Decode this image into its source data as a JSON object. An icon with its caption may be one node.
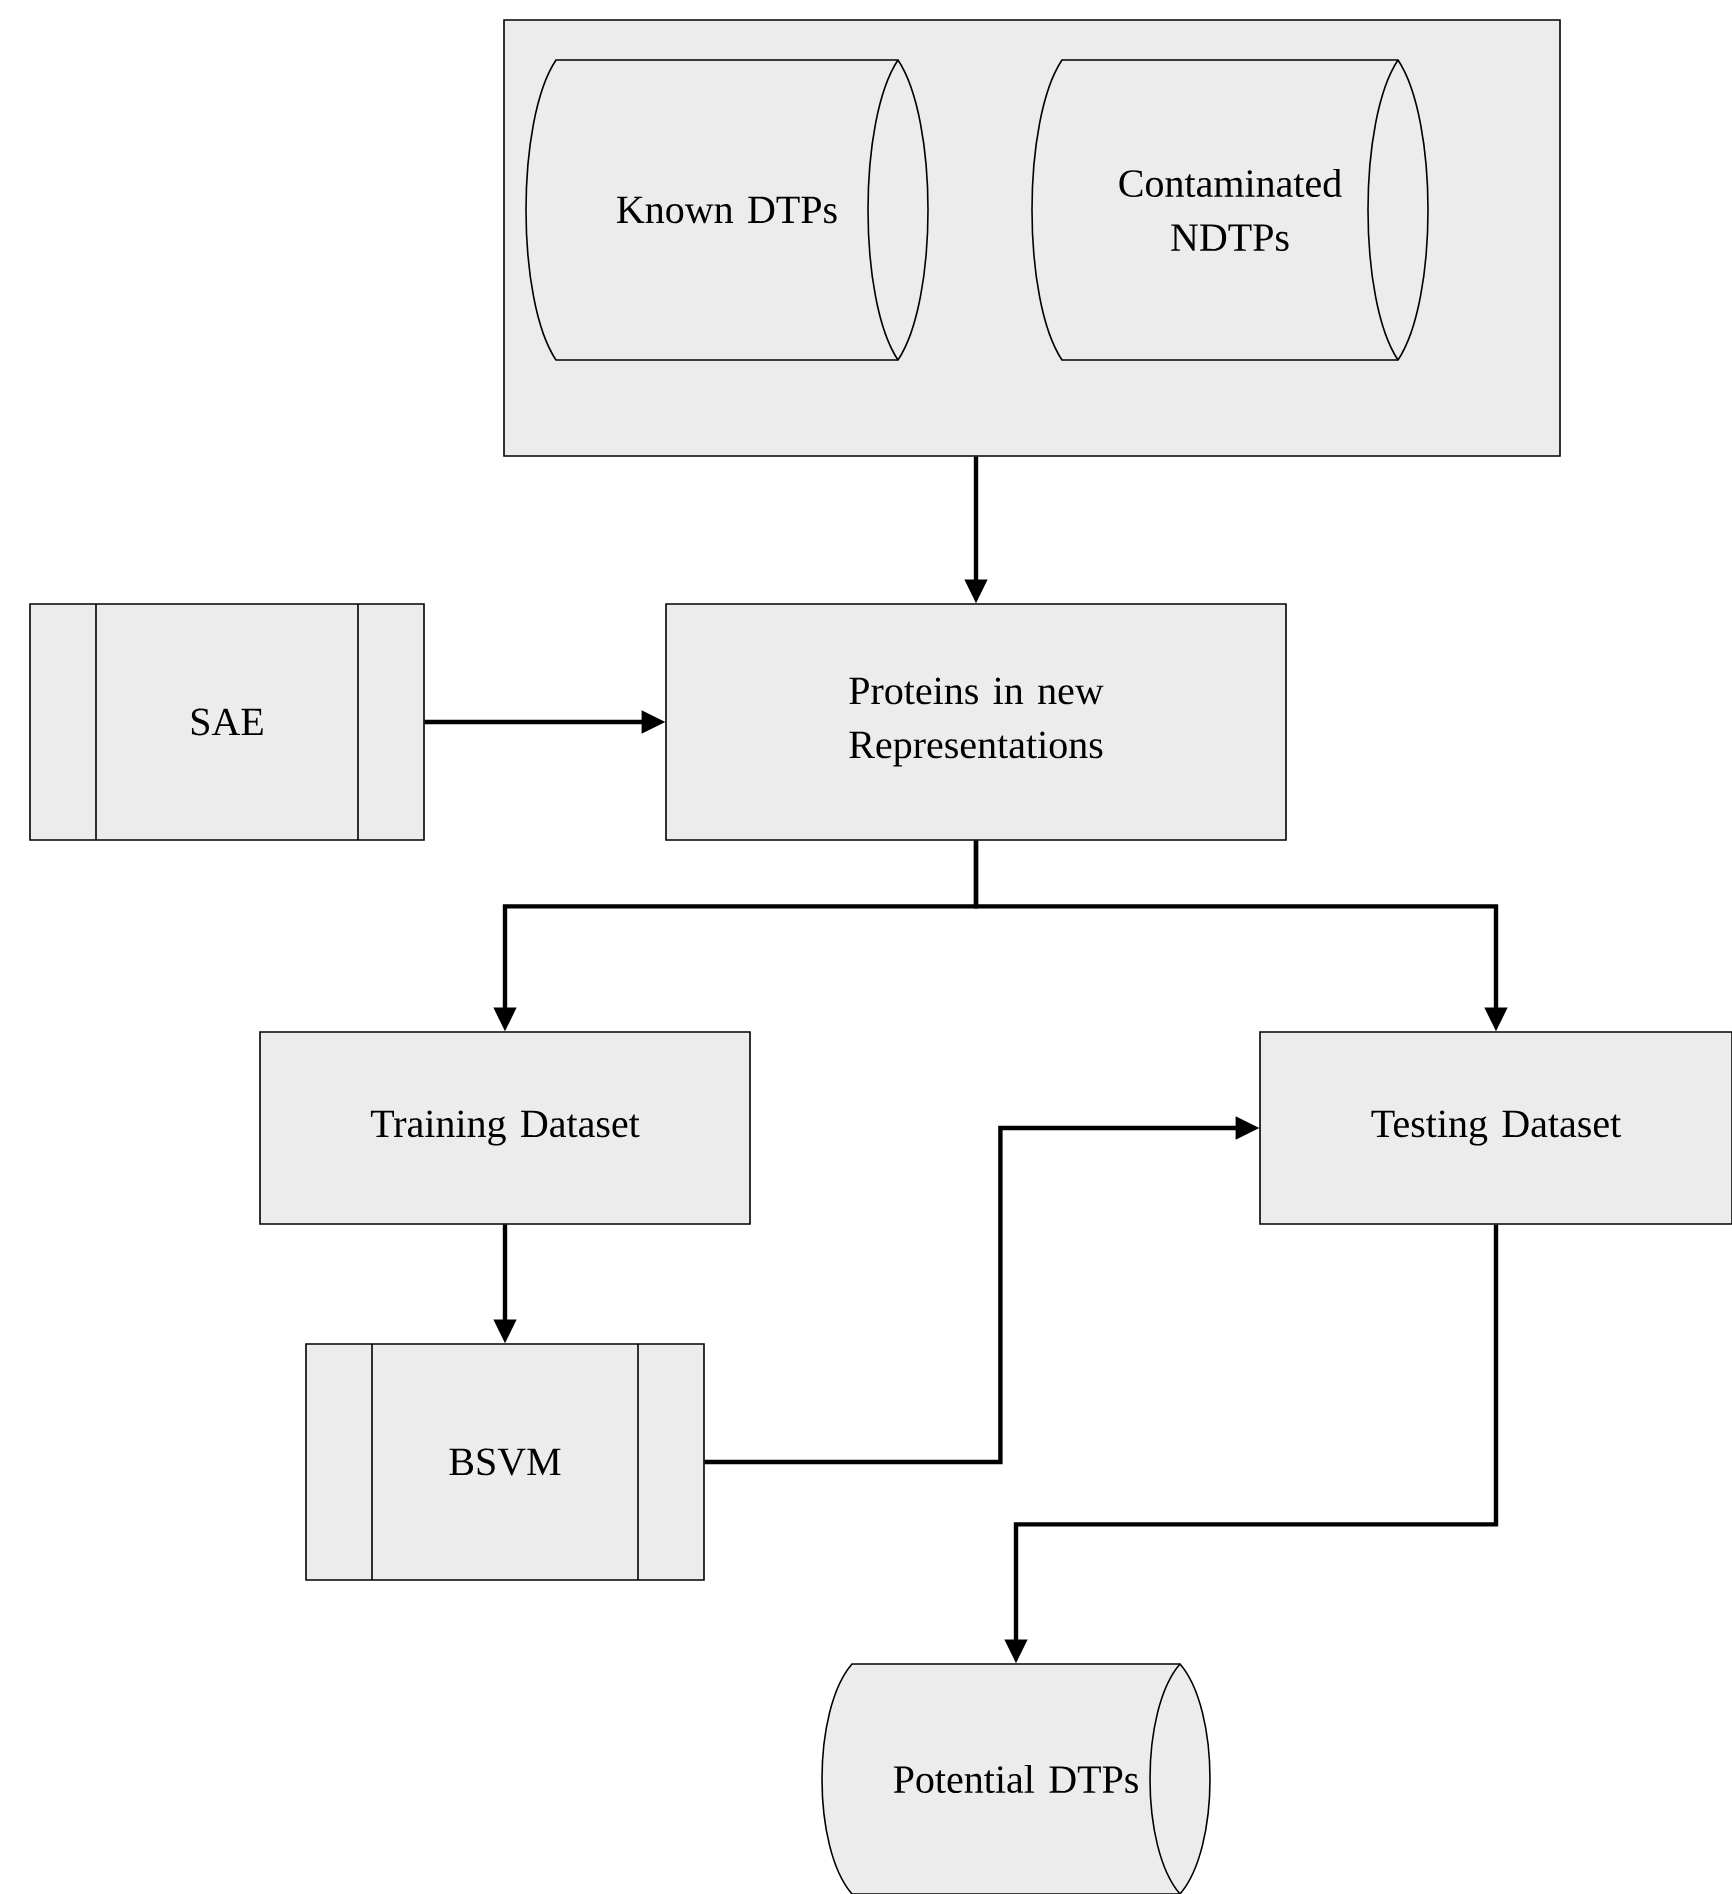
{
  "diagram": {
    "nodes": [
      {
        "text": [],
        "shape": "box"
      },
      {
        "text": [
          "Known DTPs"
        ],
        "in": 0
      },
      {
        "text": [
          "Contaminated NDTPs"
        ],
        "in": 0
      },
      {
        "text": [
          "SAE"
        ]
      },
      {
        "text": [
          "Proteins in new Representations"
        ]
      },
      {
        "text": [
          "Training Dataset"
        ]
      },
      {
        "text": [
          "Testing Dataset"
        ]
      },
      {
        "text": [
          "BSVM"
        ]
      },
      {
        "text": [
          "Potential DTPs"
        ]
      }
    ],
    "edges": [
      {
        "from": 0,
        "to": 4,
        "arrow": "to"
      },
      {
        "from": 3,
        "to": 4,
        "arrow": "to"
      },
      {
        "from": 4,
        "to": 5,
        "arrow": "to"
      },
      {
        "from": 4,
        "to": 6,
        "arrow": "to"
      },
      {
        "from": 5,
        "to": 7,
        "arrow": "to"
      },
      {
        "from": 7,
        "to": 6,
        "arrow": "to"
      },
      {
        "from": 6,
        "to": 8,
        "arrow": "to"
      }
    ]
  }
}
